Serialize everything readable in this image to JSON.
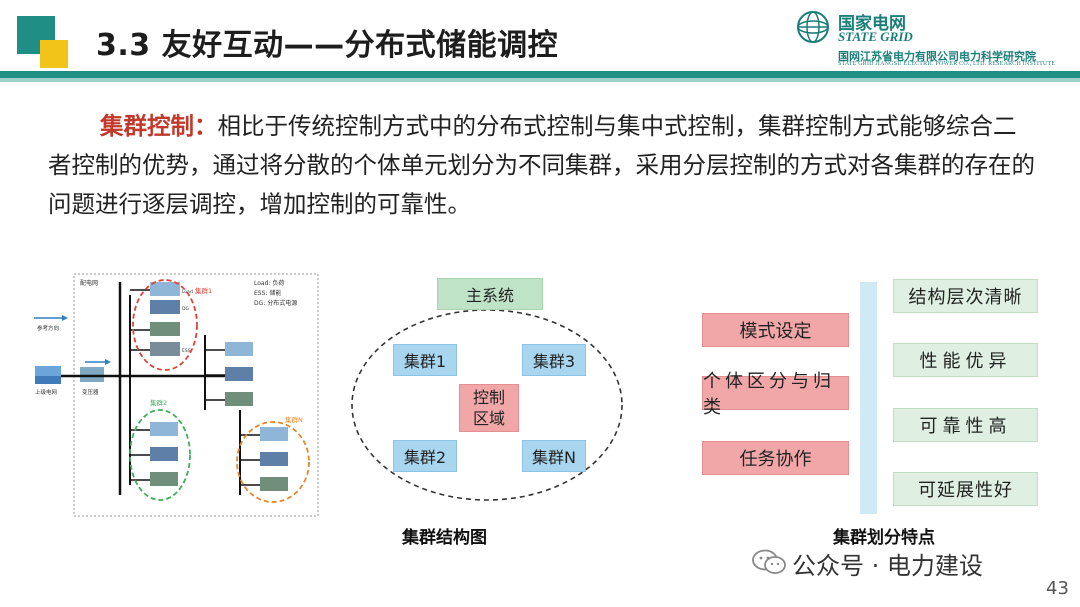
{
  "header": {
    "title": "3.3 友好互动——分布式储能调控",
    "logo_cn": "国家电网",
    "logo_en": "STATE GRID",
    "org_cn": "国网江苏省电力有限公司电力科学研究院",
    "org_en": "STATE GRID JIANGSU ELECTRIC POWER CO., LTD. RESEARCH INSTITUTE"
  },
  "paragraph": {
    "keyword": "集群控制：",
    "text": "相比于传统控制方式中的分布式控制与集中式控制，集群控制方式能够综合二者控制的优势，通过将分散的个体单元划分为不同集群，采用分层控制的方式对各集群的存在的问题进行逐层调控，增加控制的可靠性。"
  },
  "left_diagram": {
    "distribution_net": "配电网",
    "reference_direction": "参考方向",
    "upper_grid": "上级电网",
    "transformer": "变压器",
    "legend": [
      "Load: 负荷",
      "ESS: 储能",
      "DG:  分布式电源"
    ],
    "cluster_labels": [
      "集群1",
      "集群2",
      "集群N"
    ],
    "node_labels": [
      "Load",
      "DG",
      "ESS"
    ]
  },
  "structure": {
    "main_system": "主系统",
    "cluster1": "集群1",
    "cluster3": "集群3",
    "cluster2": "集群2",
    "clusterN": "集群N",
    "control_zone_line1": "控制",
    "control_zone_line2": "区域",
    "caption": "集群结构图"
  },
  "features": {
    "left": [
      "模式设定",
      "个体区分与归类",
      "任务协作"
    ],
    "right": [
      "结构层次清晰",
      "性能优异",
      "可靠性高",
      "可延展性好"
    ],
    "caption": "集群划分特点"
  },
  "footer": {
    "watermark": "公众号 · 电力建设",
    "page": "43"
  },
  "colors": {
    "teal": "#1f8f86",
    "yellow": "#f2c318",
    "keyword_red": "#c0392b",
    "box_blue": "#a9d6ef",
    "box_green": "#bfe3c6",
    "box_pink": "#f1a7a8"
  }
}
